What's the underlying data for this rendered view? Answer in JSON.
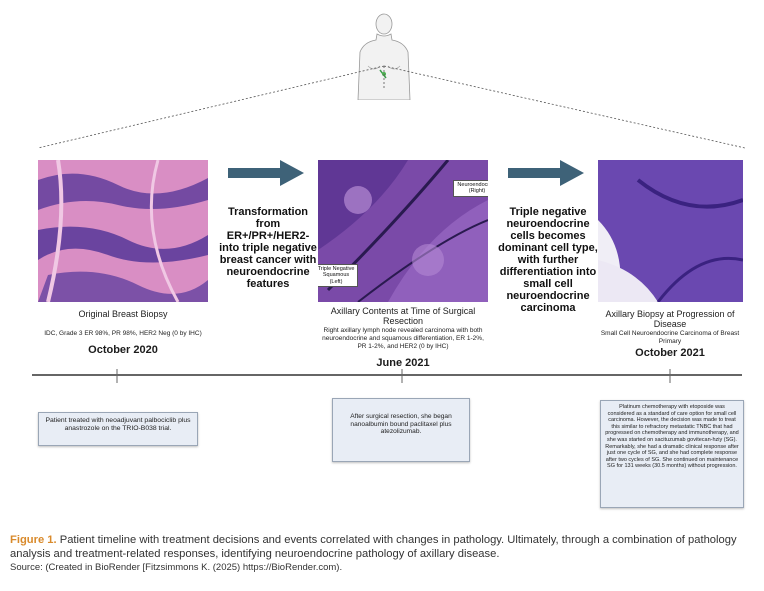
{
  "panels": {
    "left": {
      "caption": "Original Breast Biopsy",
      "detail": "IDC, Grade 3 ER 98%, PR 98%, HER2 Neg (0 by IHC)",
      "date": "October 2020"
    },
    "middle": {
      "caption": "Axillary Contents at Time of Surgical Resection",
      "detail": "Right axillary lymph node revealed carcinoma with both neuroendocrine and squamous differentiation, ER 1-2%, PR 1-2%, and HER2 (0 by IHC)",
      "date": "June 2021",
      "label_neuro": "Neuroendocrine (Right)",
      "label_squamous": "Triple Negative Squamous (Left)"
    },
    "right": {
      "caption": "Axillary Biopsy at Progression of Disease",
      "detail": "Small Cell Neuroendocrine Carcinoma of Breast Primary",
      "date": "October 2021"
    }
  },
  "transitions": {
    "first": "Transformation from ER+/PR+/HER2- into triple negative breast cancer with neuroendocrine features",
    "second": "Triple negative neuroendocrine cells becomes dominant cell type, with further differentiation into small cell neuroendocrine carcinoma"
  },
  "boxes": {
    "first": "Patient treated with neoadjuvant palbociclib plus anastrozole on the TRIO-B038 trial.",
    "second": "After surgical resection, she began nanoalbumin bound paclitaxel plus atezolizumab.",
    "third": "Platinum chemotherapy with etoposide was considered as a standard of care option for small cell carcinoma. However, the decision was made to treat this similar to refractory metastatic TNBC that had progressed on chemotherapy and immunotherapy, and she was started on sacituzumab govitecan-hziy (SG). Remarkably, she had a dramatic clinical response after just one cycle of SG, and she had complete response after two cycles of SG. She continued on maintenance SG for 131 weeks (30.5 months) without progression."
  },
  "caption": {
    "figure_label": "Figure 1.",
    "text": " Patient timeline with treatment decisions and events correlated with changes in pathology. Ultimately, through a combination of pathology analysis and treatment-related responses, identifying neuroendocrine pathology of axillary disease.",
    "source": "Source: (Created in BioRender [Fitzsimmons K. (2025) https://BioRender.com)."
  },
  "colors": {
    "arrow": "#3e6278",
    "timeline": "#666666",
    "caption_label": "#d98a2b",
    "box_fill": "#e8edf5"
  },
  "icons": [
    "body-figure-icon",
    "right-arrow-icon",
    "right-arrow-icon"
  ]
}
